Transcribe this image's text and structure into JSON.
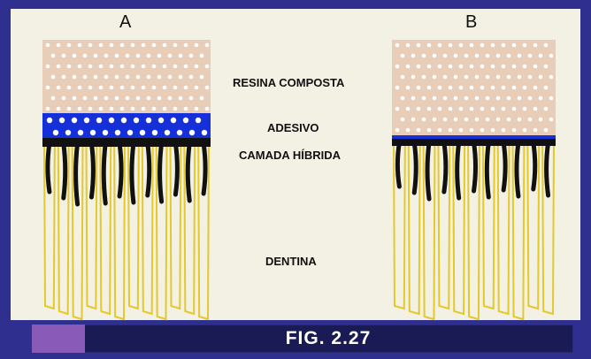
{
  "diagram": {
    "label_a": "A",
    "label_b": "B",
    "terms": {
      "resin": "RESINA COMPOSTA",
      "adhesive": "ADESIVO",
      "hybrid": "CAMADA HÍBRIDA",
      "dentin": "DENTINA"
    },
    "caption": "FIG. 2.27",
    "colors": {
      "resin": "#e8cdb8",
      "adhesive": "#1530d8",
      "hybrid": "#111111",
      "dentin_outline": "#e3c92a",
      "background": "#2f2f8f",
      "caption_bar": "#1a1a55",
      "caption_accent": "#8a5ab8"
    }
  }
}
